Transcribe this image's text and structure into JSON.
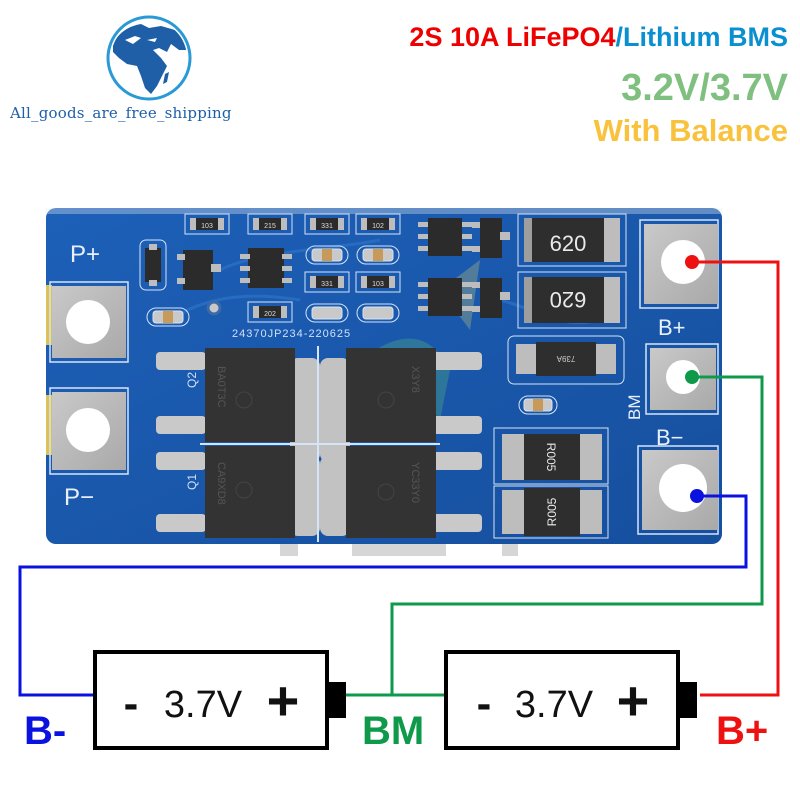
{
  "logo": {
    "icon": "globe-icon",
    "caption": "All_goods_are_free_shipping"
  },
  "title": {
    "line1_red": "2S 10A LiFePO4",
    "line1_blue": "/Lithium BMS",
    "line2": "3.2V/3.7V",
    "line3": "With Balance"
  },
  "colors": {
    "title_red": "#ee0000",
    "title_blue": "#0a8fd1",
    "title_green": "#7fbf7f",
    "title_yellow": "#f9c23c",
    "wire_red": "#ee1111",
    "wire_green": "#0e9a4a",
    "wire_blue": "#0a12e0",
    "pcb": "#1a5bb0"
  },
  "board": {
    "silkscreen": {
      "p_plus": "P+",
      "p_minus": "P−",
      "b_plus": "B+",
      "bm": "BM",
      "b_minus": "B−",
      "serial": "24370JP234-220625",
      "q2": "Q2",
      "q1": "Q1"
    },
    "resistors_small": [
      "103",
      "215",
      "331",
      "102",
      "331",
      "202",
      "103"
    ],
    "resistors_large": [
      "620",
      "620"
    ],
    "shunts": [
      "R005",
      "R005"
    ],
    "diode": "739A",
    "mosfets": [
      "BA0T3C",
      "CA9XD8",
      "X3Y8",
      "YC33Y0"
    ]
  },
  "diagram": {
    "cells": [
      {
        "minus": "-",
        "voltage": "3.7V",
        "plus": "+"
      },
      {
        "minus": "-",
        "voltage": "3.7V",
        "plus": "+"
      }
    ],
    "labels": {
      "b_minus": "B-",
      "bm": "BM",
      "b_plus": "B+"
    }
  }
}
